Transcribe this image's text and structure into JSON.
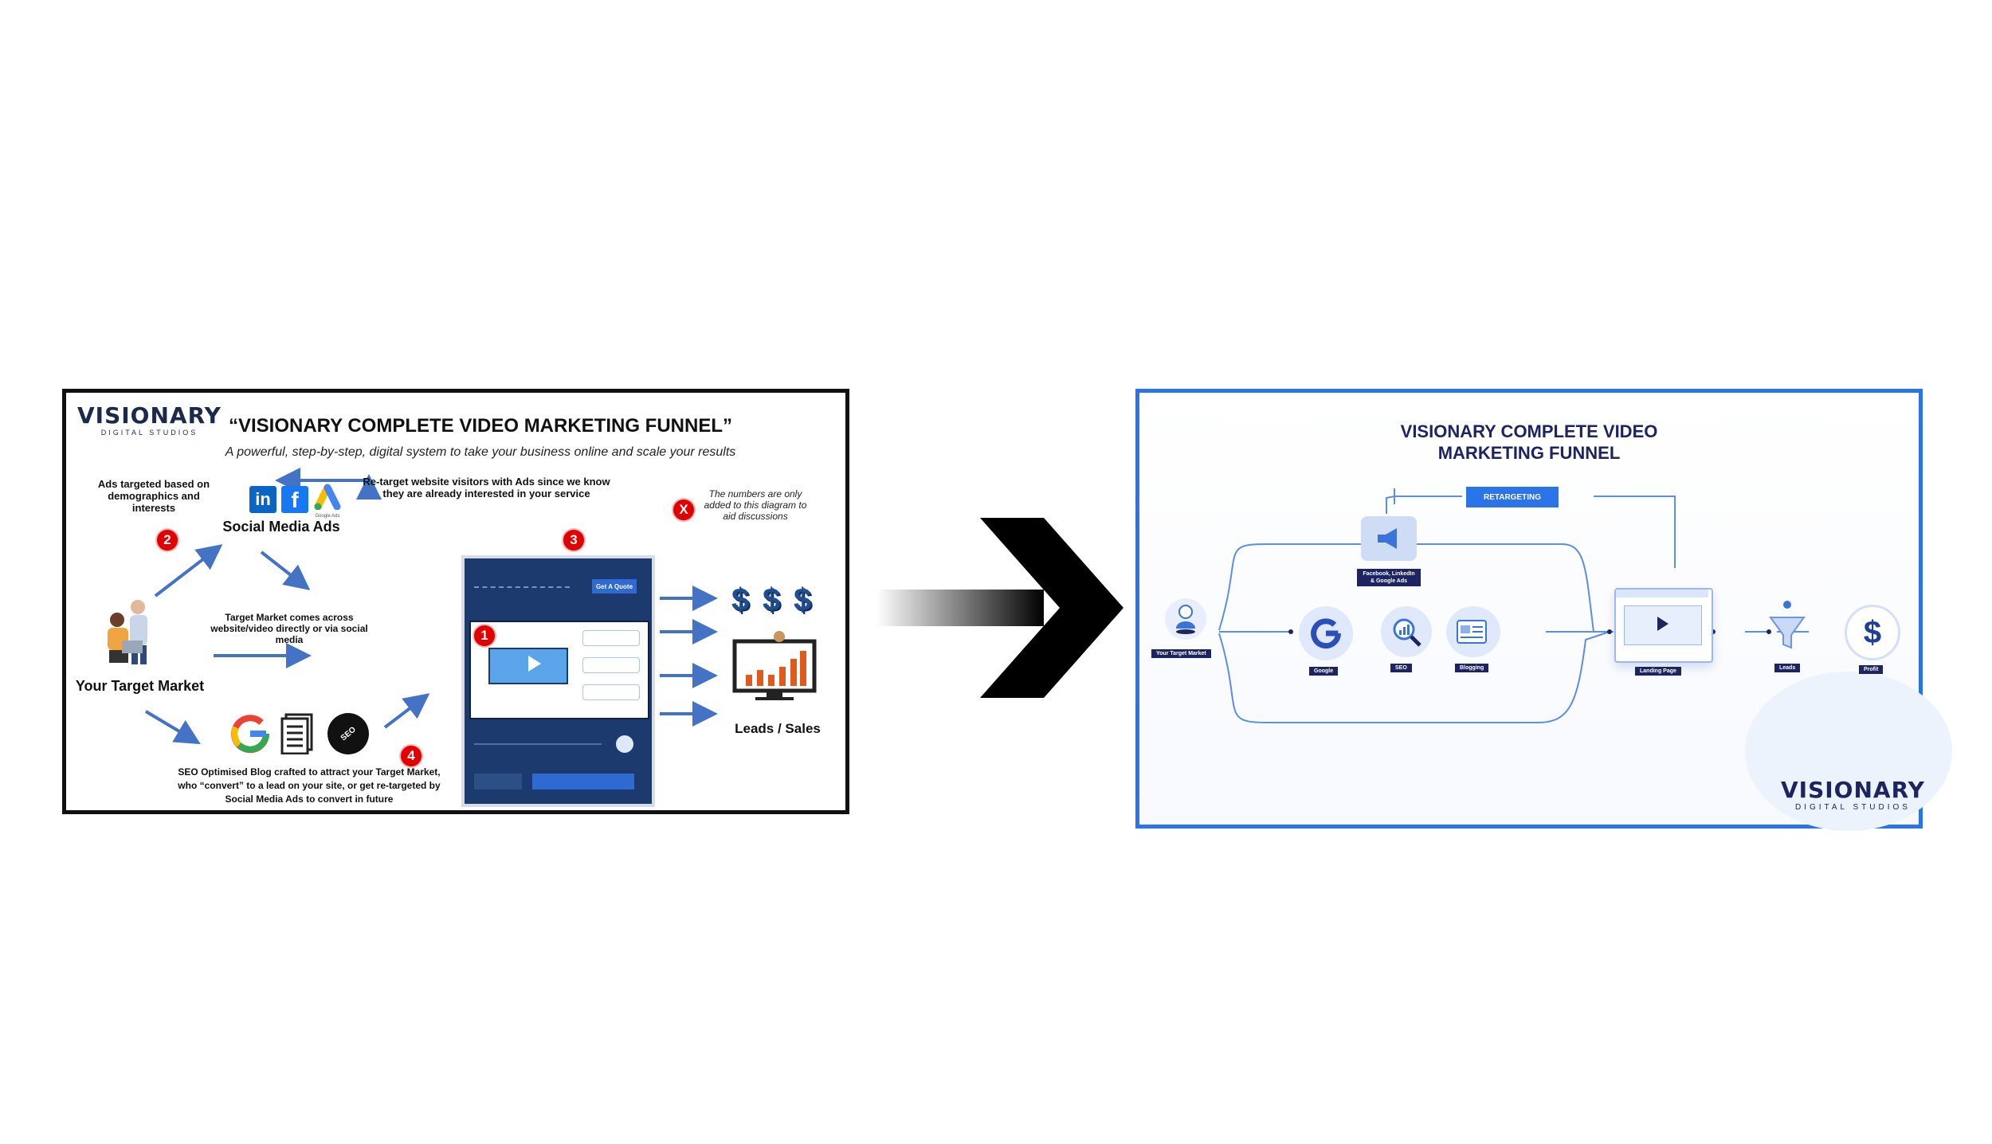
{
  "left": {
    "logo": {
      "main": "VISIONARY",
      "sub": "DIGITAL STUDIOS"
    },
    "title": "“VISIONARY COMPLETE VIDEO MARKETING FUNNEL”",
    "subtitle": "A powerful, step-by-step, digital system to take your business online and scale your results",
    "ads_targeted": "Ads targeted based on demographics and interests",
    "social_media_ads": "Social Media Ads",
    "retarget": "Re-target website visitors with Ads since we know they are already interested in your service",
    "numbers_note": "The numbers are only added to this diagram to aid discussions",
    "badge_x": "X",
    "badge_1": "1",
    "badge_2": "2",
    "badge_3": "3",
    "badge_4": "4",
    "target_comes": "Target Market comes across website/video directly or via social media",
    "your_target_market": "Your Target Market",
    "seo_blog": "SEO Optimised Blog crafted to attract your Target Market, who “convert” to a lead on your site, or get re-targeted by Social Media Ads to convert in future",
    "get_a_quote": "Get A Quote",
    "leads_sales": "Leads / Sales",
    "dollar": "$",
    "google_ads_icon_text": "Google Ads",
    "seo_icon_text": "SEO"
  },
  "right": {
    "title_line1": "VISIONARY COMPLETE VIDEO",
    "title_line2": "MARKETING FUNNEL",
    "retargeting": "RETARGETING",
    "social_label": "Facebook, LinkedIn & Google Ads",
    "your_target_market": "Your Target Market",
    "google": "Google",
    "seo": "SEO",
    "blogging": "Blogging",
    "landing_page": "Landing Page",
    "leads": "Leads",
    "profit": "Profit",
    "logo_main": "VISIONARY",
    "logo_sub": "DIGITAL STUDIOS",
    "dollar": "$"
  },
  "colors": {
    "arrow_blue": "#4472c4",
    "badge_red": "#e10000",
    "navy": "#1c2461",
    "frame_blue": "#2a73e8",
    "line_blue": "#5b8fe0"
  }
}
